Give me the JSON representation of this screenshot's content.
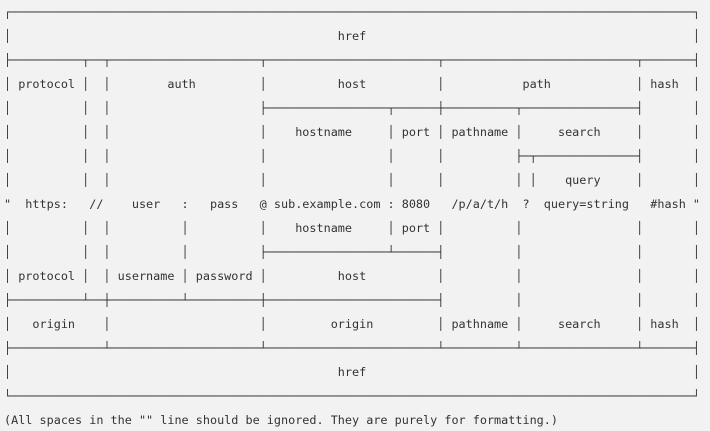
{
  "colors": {
    "background": "#f2f2f2",
    "text": "#333333"
  },
  "diagram": {
    "lines": [
      "┌────────────────────────────────────────────────────────────────────────────────────────────────┐",
      "│                                              href                                              │",
      "├──────────┬──┬─────────────────────┬────────────────────────┬───────────────────────────┬───────┤",
      "│ protocol │  │        auth         │          host          │           path            │ hash  │",
      "│          │  │                     ├─────────────────┬──────┼──────────┬────────────────┤       │",
      "│          │  │                     │    hostname     │ port │ pathname │     search     │       │",
      "│          │  │                     │                 │      │          ├─┬──────────────┤       │",
      "│          │  │                     │                 │      │          │ │    query     │       │",
      "\"  https:   //    user   :   pass   @ sub.example.com : 8080   /p/a/t/h  ?  query=string   #hash \"",
      "│          │  │          │          │    hostname     │ port │          │                │       │",
      "│          │  │          │          ├─────────────────┴──────┤          │                │       │",
      "│ protocol │  │ username │ password │          host          │          │                │       │",
      "├──────────┴──┼──────────┴──────────┼────────────────────────┤          │                │       │",
      "│   origin    │                     │         origin         │ pathname │     search     │ hash  │",
      "├─────────────┴─────────────────────┴────────────────────────┴──────────┴────────────────┴───────┤",
      "│                                              href                                              │",
      "└────────────────────────────────────────────────────────────────────────────────────────────────┘"
    ],
    "note": "(All spaces in the \"\" line should be ignored. They are purely for formatting.)"
  },
  "url_parts": {
    "example": "https://user:pass@sub.example.com:8080/p/a/t/h?query=string#hash",
    "labels": [
      "href",
      "protocol",
      "auth",
      "host",
      "path",
      "hash",
      "hostname",
      "port",
      "pathname",
      "search",
      "query",
      "username",
      "password",
      "origin"
    ]
  }
}
